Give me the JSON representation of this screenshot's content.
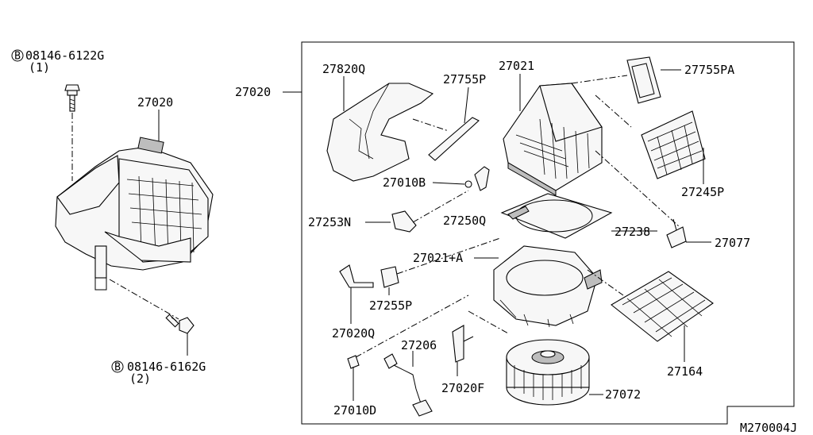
{
  "diagram": {
    "drawing_code": "M270004J",
    "labels": {
      "bolt_upper_code": "08146-6122G",
      "bolt_upper_qty": "(1)",
      "bolt_lower_code": "08146-6162G",
      "bolt_lower_qty": "(2)",
      "bolt_mark": "B",
      "assembly_left": "27020",
      "assembly_box": "27020",
      "p27820Q": "27820Q",
      "p27755P": "27755P",
      "p27021": "27021",
      "p27755PA": "27755PA",
      "p27245P": "27245P",
      "p27010B": "27010B",
      "p27253N": "27253N",
      "p27250Q": "27250Q",
      "p27238": "27238",
      "p27077": "27077",
      "p27021A": "27021+A",
      "p27255P": "27255P",
      "p27020Q": "27020Q",
      "p27206": "27206",
      "p27164": "27164",
      "p27020F": "27020F",
      "p27072": "27072",
      "p27010D": "27010D"
    }
  }
}
